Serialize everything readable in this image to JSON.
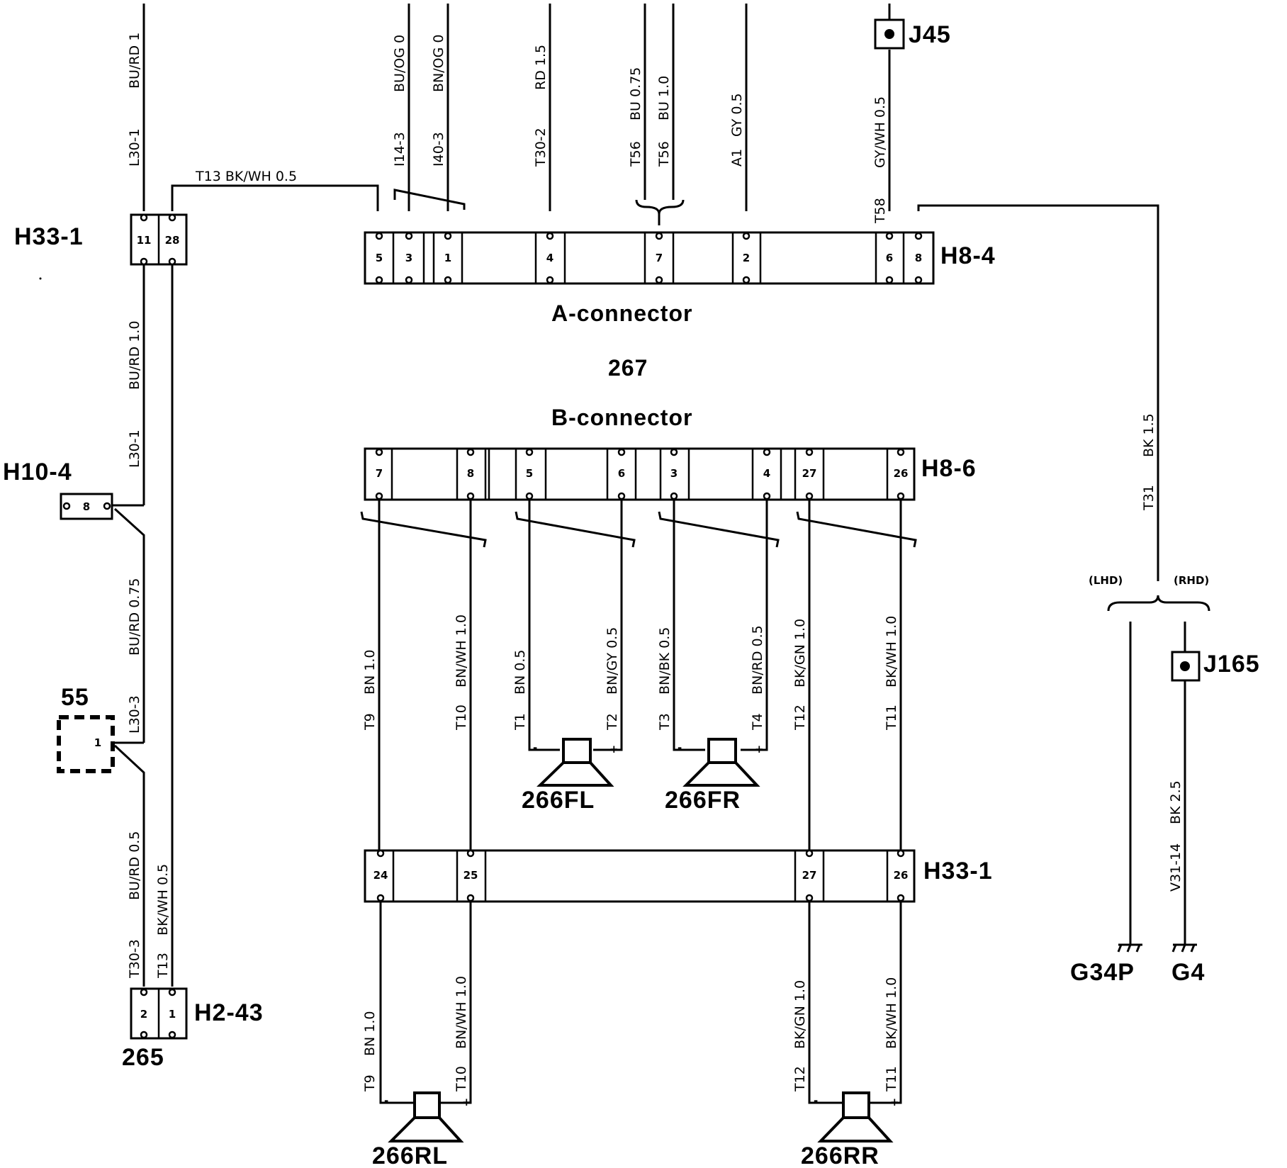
{
  "components": {
    "radio_ref": "267",
    "a_connector": "A-connector",
    "b_connector": "B-connector",
    "h8_4": "H8-4",
    "h8_6": "H8-6",
    "h33_1_top": "H33-1",
    "h33_1_bottom": "H33-1",
    "h10_4": "H10-4",
    "h2_43": "H2-43",
    "ref_265": "265",
    "ref_55": "55",
    "j45": "J45",
    "j165": "J165",
    "g34p": "G34P",
    "g4": "G4",
    "lhd": "(LHD)",
    "rhd": "(RHD)",
    "spk_fl": "266FL",
    "spk_fr": "266FR",
    "spk_rl": "266RL",
    "spk_rr": "266RR"
  },
  "pins": {
    "h33_1_top": [
      "11",
      "28"
    ],
    "h8_4": [
      "5",
      "3",
      "1",
      "4",
      "7",
      "2",
      "6",
      "8"
    ],
    "h8_6": [
      "7",
      "8",
      "5",
      "6",
      "3",
      "4",
      "27",
      "26"
    ],
    "h33_1_bottom": [
      "24",
      "25",
      "27",
      "26"
    ],
    "h10_4": "8",
    "comp_55": "1",
    "h2_43": [
      "2",
      "1"
    ]
  },
  "wires": {
    "l30_1_top": [
      "L30-1",
      "BU/RD 1"
    ],
    "l30_1_mid": [
      "L30-1",
      "BU/RD 1.0"
    ],
    "l30_3": [
      "L30-3",
      "BU/RD 0.75"
    ],
    "t30_3": [
      "T30-3",
      "BU/RD 0.5"
    ],
    "t13_left": [
      "T13",
      "BK/WH 0.5"
    ],
    "t13_top": "T13  BK/WH 0.5",
    "i14_3": [
      "I14-3",
      "BU/OG 0"
    ],
    "i40_3": [
      "I40-3",
      "BN/OG 0"
    ],
    "t30_2": [
      "T30-2",
      "RD 1.5"
    ],
    "t56_a": [
      "T56",
      "BU 0.75"
    ],
    "t56_b": [
      "T56",
      "BU 1.0"
    ],
    "a1": [
      "A1",
      "GY 0.5"
    ],
    "t58": [
      "T58",
      "GY/WH 0.5"
    ],
    "t31": [
      "T31",
      "BK 1.5"
    ],
    "v31_14": [
      "V31-14",
      "BK 2.5"
    ],
    "t9_a": [
      "T9",
      "BN 1.0"
    ],
    "t10_a": [
      "T10",
      "BN/WH 1.0"
    ],
    "t1": [
      "T1",
      "BN 0.5"
    ],
    "t2": [
      "T2",
      "BN/GY 0.5"
    ],
    "t3": [
      "T3",
      "BN/BK 0.5"
    ],
    "t4": [
      "T4",
      "BN/RD 0.5"
    ],
    "t12_a": [
      "T12",
      "BK/GN 1.0"
    ],
    "t11_a": [
      "T11",
      "BK/WH 1.0"
    ],
    "t9_b": [
      "T9",
      "BN 1.0"
    ],
    "t10_b": [
      "T10",
      "BN/WH 1.0"
    ],
    "t12_b": [
      "T12",
      "BK/GN 1.0"
    ],
    "t11_b": [
      "T11",
      "BK/WH 1.0"
    ]
  },
  "polarity": {
    "minus": "-",
    "plus": "+"
  }
}
